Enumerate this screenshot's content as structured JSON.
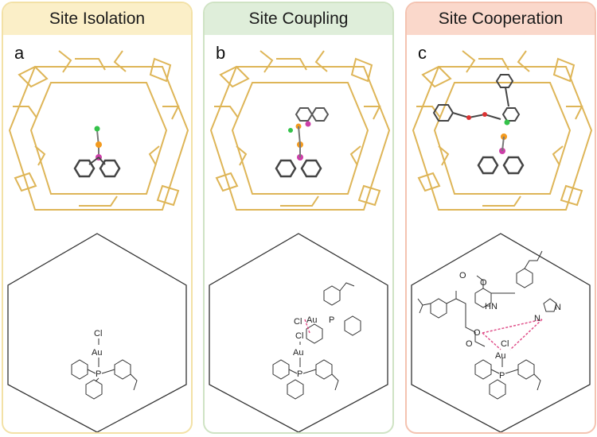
{
  "panels": [
    {
      "title": "Site Isolation",
      "letter": "a",
      "colors": {
        "header": "#fbefc8",
        "border": "#f3e1a6"
      },
      "atom_labels": {
        "cl": "Cl",
        "au": "Au",
        "p": "P"
      }
    },
    {
      "title": "Site Coupling",
      "letter": "b",
      "colors": {
        "header": "#dfeeda",
        "border": "#cfe3c4"
      },
      "atom_labels": {
        "cl_top": "Cl",
        "au_top": "Au",
        "p_top": "P",
        "cl": "Cl",
        "au": "Au",
        "p": "P"
      }
    },
    {
      "title": "Site Cooperation",
      "letter": "c",
      "colors": {
        "header": "#fad8cb",
        "border": "#f4c3b1"
      },
      "atom_labels": {
        "o1": "O",
        "hn": "HN",
        "o2": "O",
        "n": "N",
        "o3": "O",
        "o4": "O",
        "cl": "Cl",
        "au": "Au",
        "p": "P",
        "nh": "N"
      }
    }
  ],
  "colors": {
    "framework": "#d9a93a",
    "au_atom": "#f39a1e",
    "p_atom": "#cc3fa8",
    "cl_atom": "#34c24a",
    "carbon_atom": "#444444",
    "interaction": "#e0508a",
    "hexagon": "#333333"
  }
}
